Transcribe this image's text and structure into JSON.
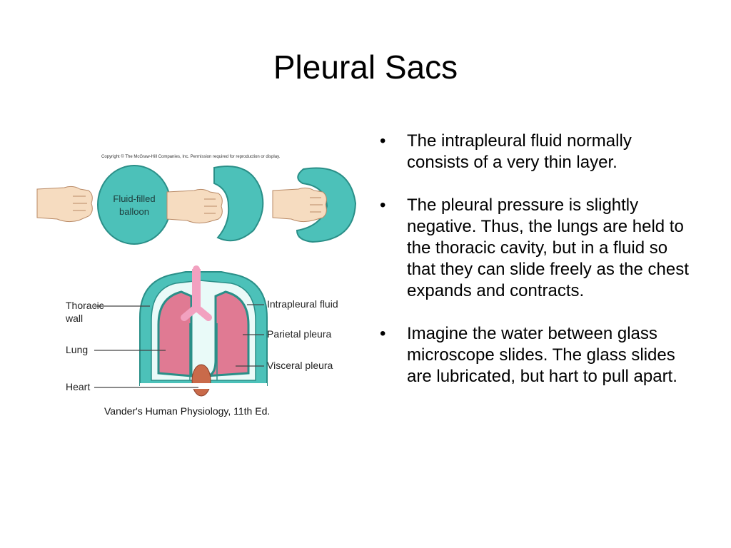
{
  "slide": {
    "title": "Pleural Sacs",
    "bullets": [
      "The intrapleural fluid normally consists of a very thin layer.",
      "The pleural pressure is slightly negative.  Thus, the lungs are held to the thoracic cavity, but in a fluid so that they can slide freely as the chest expands and contracts.",
      "Imagine the water between glass microscope slides.  The glass slides are lubricated, but hart to pull apart."
    ],
    "bullet_glyph": "•"
  },
  "figure": {
    "copyright": "Copyright © The McGraw-Hill Companies, Inc. Permission required for reproduction or display.",
    "balloon_label_line1": "Fluid-filled",
    "balloon_label_line2": "balloon",
    "labels": {
      "thoracic_wall_1": "Thoracic",
      "thoracic_wall_2": "wall",
      "lung": "Lung",
      "heart": "Heart",
      "intrapleural_fluid": "Intrapleural fluid",
      "parietal_pleura": "Parietal pleura",
      "visceral_pleura": "Visceral pleura"
    },
    "caption": "Vander's Human Physiology, 11th Ed.",
    "colors": {
      "teal": "#4cc1b9",
      "teal_dark": "#2a8f88",
      "lung_pink": "#e07a93",
      "trachea_pink": "#f2a1c0",
      "heart": "#c96a4a",
      "skin": "#f6dcc0",
      "skin_line": "#b98a66"
    }
  }
}
